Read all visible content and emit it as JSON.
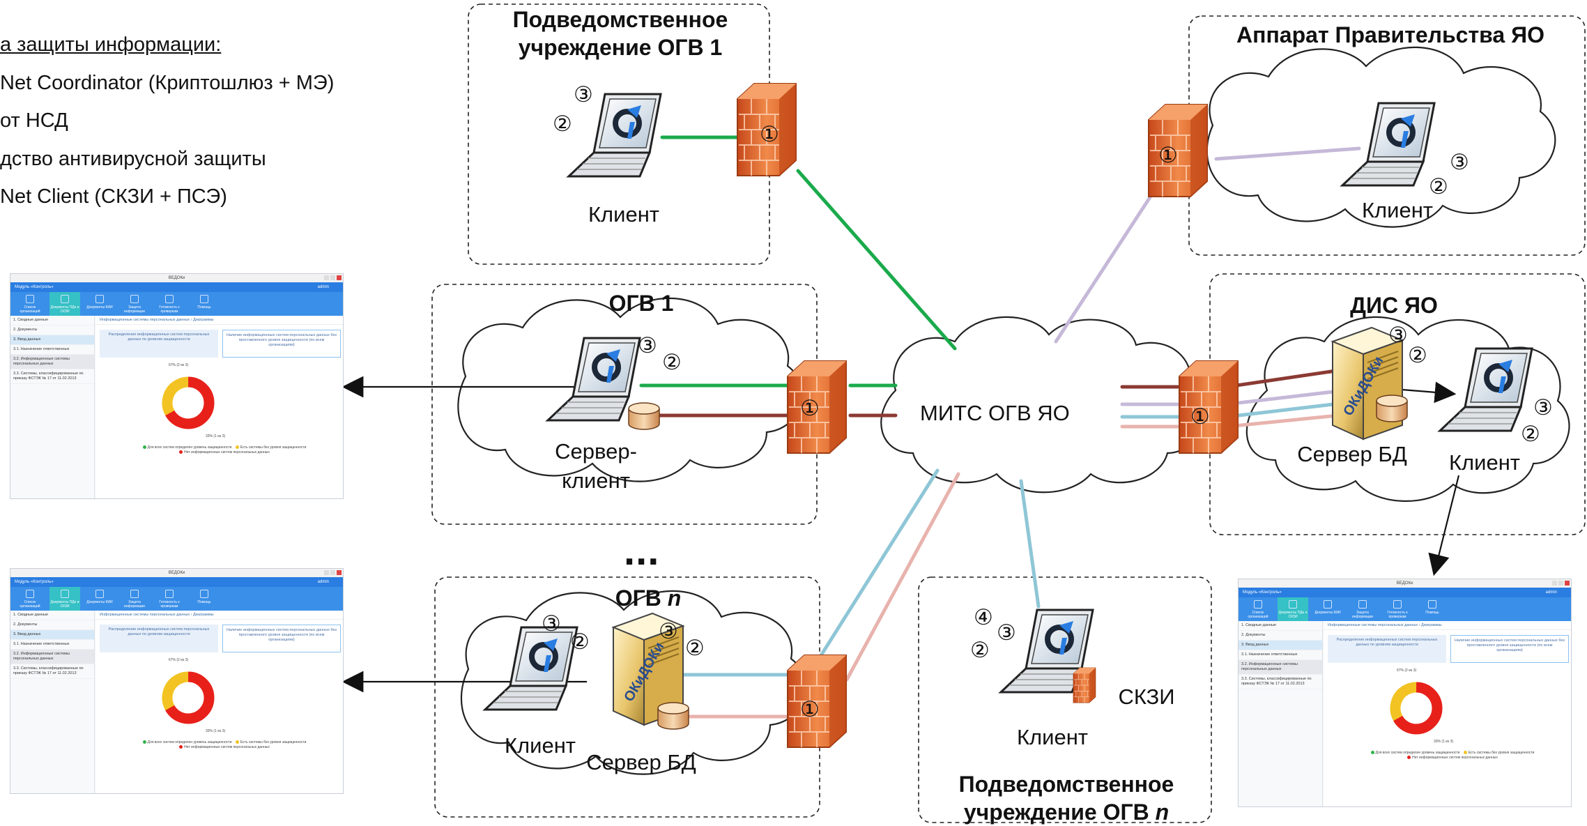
{
  "legend": {
    "title": "а защиты информации:",
    "items": [
      "Net Coordinator (Криптошлюз + МЭ)",
      "от НСД",
      "дство антивирусной защиты",
      "Net Client (СКЗИ + ПСЭ)"
    ]
  },
  "zones": {
    "sub_ogv1": {
      "title": "Подведомственное учреждение ОГВ 1",
      "client_label": "Клиент",
      "badges": [
        "③",
        "②"
      ],
      "fw_badge": "①"
    },
    "apparat": {
      "title": "Аппарат Правительства ЯО",
      "client_label": "Клиент",
      "badges": [
        "③",
        "②"
      ],
      "fw_badge": "①"
    },
    "ogv1": {
      "title": "ОГВ 1",
      "node_label": "Сервер-клиент",
      "badges": [
        "③",
        "②"
      ],
      "fw_badge": "①"
    },
    "dis": {
      "title": "ДИС ЯО",
      "server_label": "Сервер БД",
      "client_label": "Клиент",
      "server_badges": [
        "③",
        "②"
      ],
      "client_badges": [
        "③",
        "②"
      ],
      "fw_badge": "①"
    },
    "ogvn": {
      "title_prefix": "ОГВ ",
      "title_italic": "n",
      "client_label": "Клиент",
      "server_label": "Сервер БД",
      "client_badges": [
        "③",
        "②"
      ],
      "server_badges": [
        "③",
        "②"
      ],
      "fw_badge": "①"
    },
    "sub_ogvn": {
      "title_prefix": "Подведомственное учреждение ОГВ ",
      "title_italic": "n",
      "client_label": "Клиент",
      "skzi_label": "СКЗИ",
      "badges": [
        "④",
        "③",
        "②"
      ]
    }
  },
  "center_cloud_label": "МИТС ОГВ ЯО",
  "ellipsis": "...",
  "server_logo_text": "ОКиДОКи",
  "app": {
    "window_title": "ВЕДОКи",
    "module_title": "Модуль «Контроль»",
    "user": "admin",
    "nav": [
      "Список организаций",
      "Документы ПДн и СКЗИ",
      "Документы КИИ",
      "Защита информации",
      "Готовность к проверкам",
      "Помощь"
    ],
    "side": [
      "1. Сводные данные",
      "2. Документы",
      "3. Ввод данных",
      "3.1. Назначение ответственных",
      "3.2. Информационные системы персональных данных",
      "3.3. Системы, классифицированные по приказу ФСТЭК № 17 от 11.02.2013"
    ],
    "breadcrumb": "Информационные системы персональных данных  ›  Диаграммы",
    "card_a": "Распределение информационных систем персональных данных по уровням защищенности",
    "card_b": "Наличие информационных систем персональных данных без проставленного уровня защищенности (по всем организациям)",
    "donut": {
      "red_label": "67% (2 из 3)",
      "yellow_label": "33% (1 из 3)",
      "red_fraction": 0.67,
      "yellow_fraction": 0.33,
      "red": "#e8201a",
      "yellow": "#f2c322"
    },
    "legend_green": "Для всех систем определен уровень защищенности",
    "legend_yellow": "Есть системы без уровня защищенности",
    "legend_red": "Нет информационных систем персональных данных"
  },
  "colors": {
    "green_link": "#1aaa4b",
    "darkred_link": "#8b3a33",
    "lavender_link": "#c5b8d8",
    "teal_link": "#8ec6d6",
    "pink_link": "#e8b3ad",
    "firewall": "#f07a3a",
    "black": "#111111"
  }
}
